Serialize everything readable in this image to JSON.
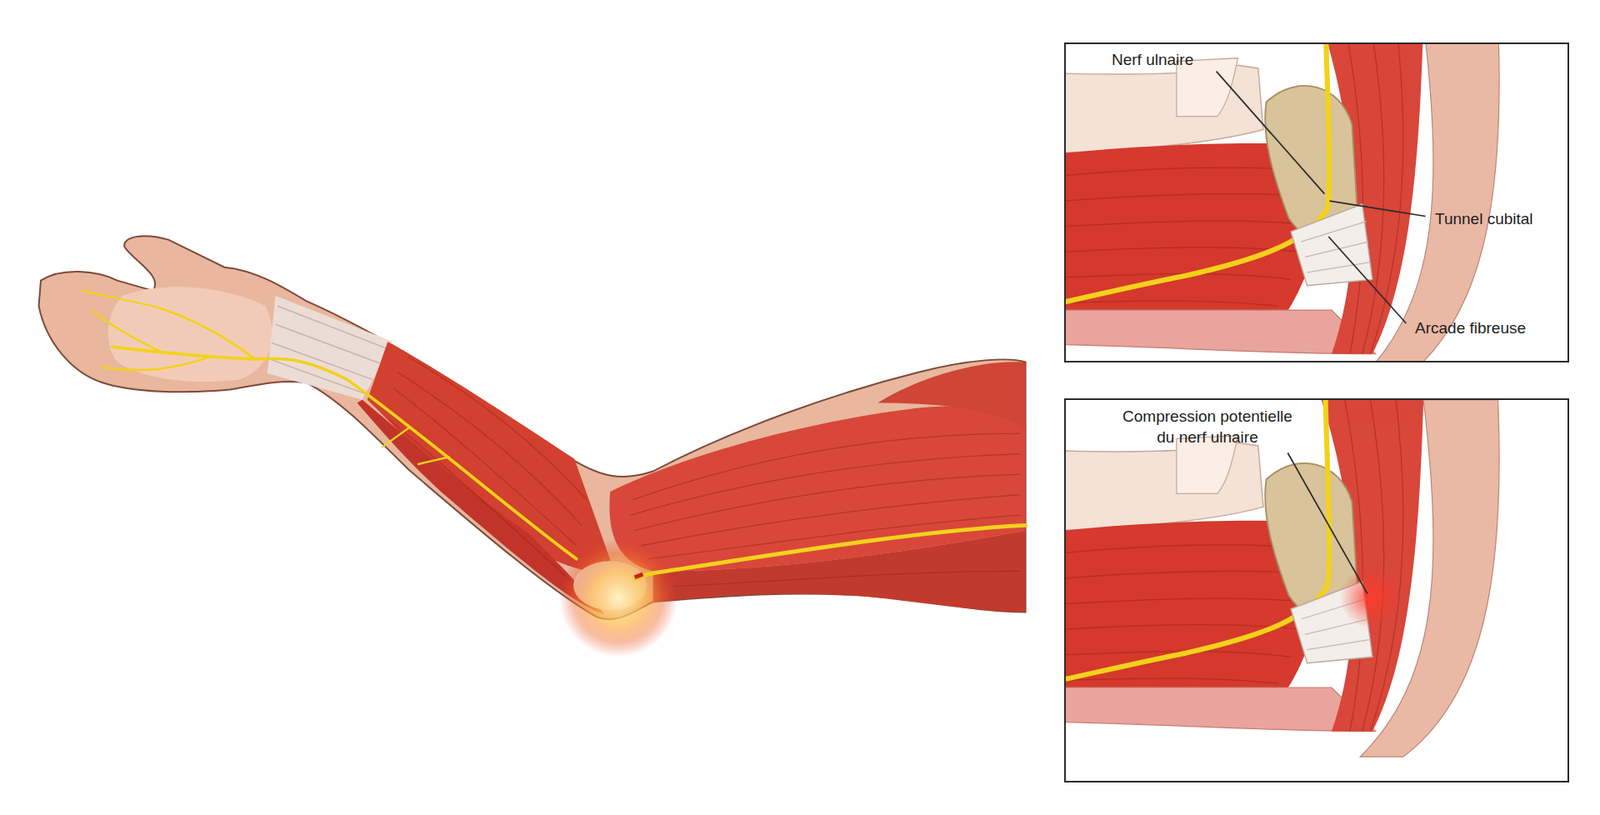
{
  "diagram": {
    "nodes": [
      {
        "text": [
          "Nerf ulnaire",
          "Tunnel cubital",
          "Arcade fibreuse"
        ]
      },
      {
        "text": [
          "Compression potentielle du nerf ulnaire"
        ]
      }
    ]
  }
}
